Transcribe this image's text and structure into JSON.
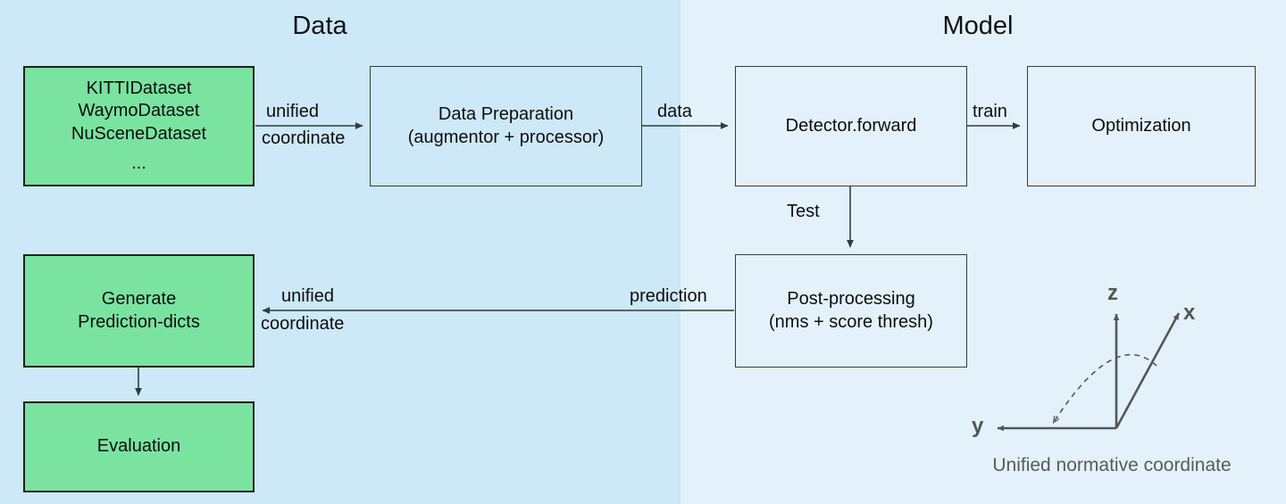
{
  "diagram": {
    "title_left": "Data",
    "title_right": "Model",
    "colors": {
      "panel_data_bg": "#cde8f7",
      "panel_model_bg": "#e3f2fa",
      "node_green": "#7ae3a0",
      "node_border_dark": "#1f1f1f",
      "node_border_thin": "#2f3b42",
      "arrow": "#2f3b42",
      "coord_stroke": "#555555",
      "text": "#0d0d0d",
      "caption_text": "#5a5a5a"
    },
    "nodes": [
      {
        "id": "datasets",
        "style": "green",
        "lines": [
          "KITTIDataset",
          "WaymoDataset",
          "NuSceneDataset",
          "",
          "..."
        ]
      },
      {
        "id": "data-preparation",
        "style": "plain",
        "lines": [
          "Data Preparation",
          "(augmentor + processor)"
        ]
      },
      {
        "id": "detector-forward",
        "style": "plain",
        "lines": [
          "Detector.forward"
        ]
      },
      {
        "id": "optimization",
        "style": "plain",
        "lines": [
          "Optimization"
        ]
      },
      {
        "id": "post-processing",
        "style": "plain",
        "lines": [
          "Post-processing",
          "(nms + score thresh)"
        ]
      },
      {
        "id": "generate-prediction-dicts",
        "style": "green",
        "lines": [
          "Generate",
          "Prediction-dicts"
        ]
      },
      {
        "id": "evaluation",
        "style": "green",
        "lines": [
          "Evaluation"
        ]
      }
    ],
    "edges": [
      {
        "id": "datasets-to-dataprep",
        "label_line1": "unified",
        "label_line2": "coordinate"
      },
      {
        "id": "dataprep-to-detector",
        "label_line1": "data",
        "label_line2": ""
      },
      {
        "id": "detector-to-optimization",
        "label_line1": "train",
        "label_line2": ""
      },
      {
        "id": "detector-to-postprocessing",
        "label_line1": "Test",
        "label_line2": ""
      },
      {
        "id": "postprocessing-to-generate",
        "label_line1": "prediction",
        "label_line2": ""
      },
      {
        "id": "postprocessing-to-generate-unified",
        "label_line1": "unified",
        "label_line2": "coordinate"
      },
      {
        "id": "generate-to-evaluation",
        "label_line1": "",
        "label_line2": ""
      }
    ],
    "coordinate_frame": {
      "caption": "Unified normative coordinate",
      "axis_x": "x",
      "axis_y": "y",
      "axis_z": "z"
    }
  }
}
